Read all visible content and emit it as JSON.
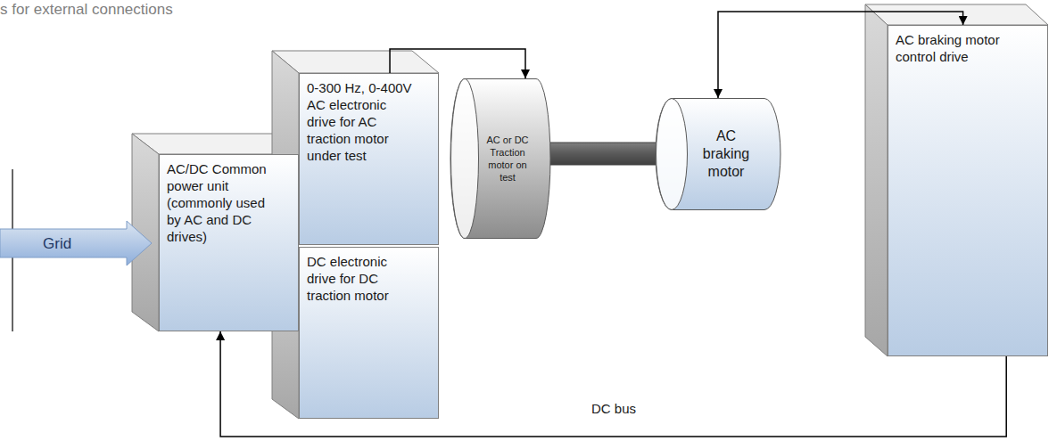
{
  "diagram": {
    "nodes": [
      {
        "text": [
          "Grid"
        ]
      },
      {
        "text": [
          "AC/DC Common power unit (commonly used by AC and DC drives)"
        ]
      },
      {
        "text": [
          "0-300 Hz, 0-400V AC electronic drive for AC traction motor under test"
        ]
      },
      {
        "text": [
          "DC electronic drive for DC traction motor"
        ]
      },
      {
        "text": [
          "AC or DC Traction motor on test"
        ]
      },
      {
        "text": [
          "AC braking motor"
        ]
      },
      {
        "text": [
          "AC braking motor control drive"
        ]
      }
    ],
    "edges": [
      {
        "from": 2,
        "to": 4,
        "arrow": "to"
      },
      {
        "from": 5,
        "to": 6,
        "arrow": "both"
      },
      {
        "from": 6,
        "to": 1,
        "arrow": "to",
        "label": "DC bus"
      }
    ],
    "labels": [
      "s for external connections"
    ]
  }
}
